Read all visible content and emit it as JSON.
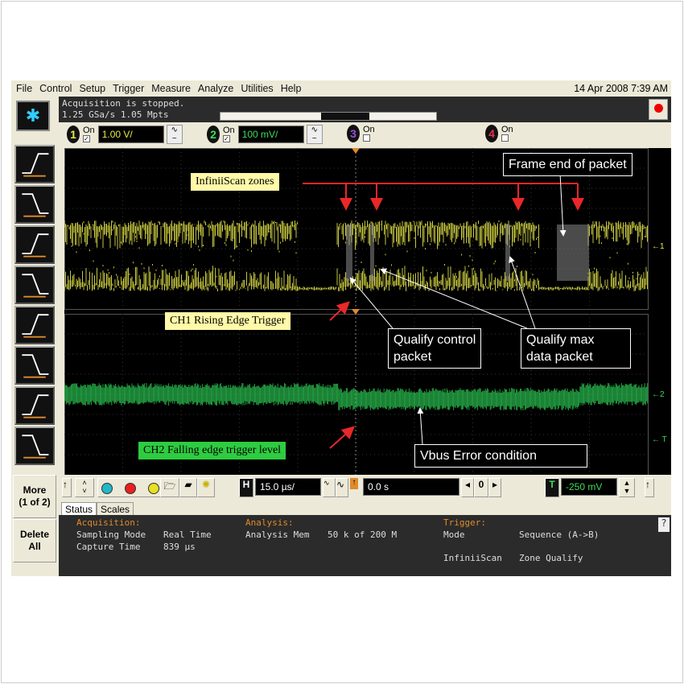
{
  "menu": [
    "File",
    "Control",
    "Setup",
    "Trigger",
    "Measure",
    "Analyze",
    "Utilities",
    "Help"
  ],
  "clock": "14 Apr 2008  7:39 AM",
  "acquisition": {
    "line1": "Acquisition is stopped.",
    "line2": "1.25 GSa/s  1.05 Mpts"
  },
  "channels": [
    {
      "num": "1",
      "on": "On",
      "checked": true,
      "scale": "1.00 V/",
      "color": "#e8e84a"
    },
    {
      "num": "2",
      "on": "On",
      "checked": true,
      "scale": "100 mV/",
      "color": "#3ddc5a"
    },
    {
      "num": "3",
      "on": "On",
      "checked": false,
      "color": "#9b4de0"
    },
    {
      "num": "4",
      "on": "On",
      "checked": false,
      "color": "#e83050"
    }
  ],
  "side": {
    "more": "More\n(1 of 2)",
    "delete": "Delete\nAll"
  },
  "controls": {
    "h_label": "H",
    "timebase": "15.0 µs/",
    "delay": "0.0 s",
    "zero": "0",
    "t_label": "T",
    "trigger_level": "-250 mV"
  },
  "tabs": [
    "Status",
    "Scales"
  ],
  "status": {
    "acq_title": "Acquisition:",
    "sampling_label": "Sampling Mode",
    "sampling_value": "Real Time",
    "capture_label": "Capture Time",
    "capture_value": "839 µs",
    "analysis_title": "Analysis:",
    "mem_label": "Analysis Mem",
    "mem_value": "50 k of 200 M",
    "trigger_title": "Trigger:",
    "mode_label": "Mode",
    "mode_value": "Sequence (A->B)",
    "scan_label": "InfiniiScan",
    "scan_value": "Zone Qualify",
    "help": "?"
  },
  "annotations": {
    "zones": "InfiniiScan zones",
    "ch1": "CH1 Rising Edge Trigger",
    "ch2": "CH2 Falling edge trigger level",
    "frame_end": "Frame end of packet",
    "qualify_control": "Qualify control\npacket",
    "qualify_max": "Qualify max\ndata packet",
    "vbus": "Vbus Error condition"
  },
  "colors": {
    "ch1": "#e8e84a",
    "ch2": "#3ddc5a",
    "arrow_red": "#e8282a",
    "orange": "#e08a2c"
  }
}
